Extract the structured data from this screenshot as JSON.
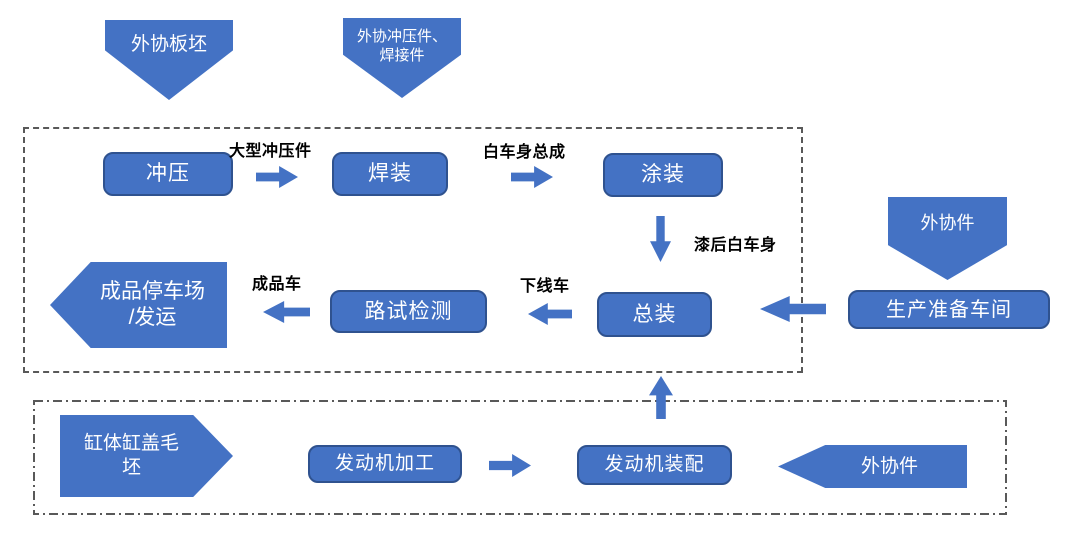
{
  "colors": {
    "node_fill": "#4472C4",
    "node_border": "#2F528F",
    "arrow_fill": "#4472C4",
    "boundary_stroke": "#595959",
    "node_text": "#FFFFFF",
    "label_text": "#000000"
  },
  "external_inputs": {
    "board_blank": {
      "label": "外协板坯"
    },
    "stamping_welding": {
      "line1": "外协冲压件、",
      "line2": "焊接件"
    },
    "outsourced_top": {
      "label": "外协件"
    },
    "outsourced_bottom": {
      "label": "外协件"
    }
  },
  "vehicle_flow": {
    "stamping": {
      "label": "冲压"
    },
    "welding": {
      "label": "焊装"
    },
    "painting": {
      "label": "涂装"
    },
    "assembly": {
      "label": "总装"
    },
    "road_test": {
      "label": "路试检测"
    },
    "production_prep": {
      "label": "生产准备车间"
    },
    "finished_parking": {
      "line1": "成品停车场",
      "line2": "/发运"
    }
  },
  "engine_flow": {
    "cylinder_blank": {
      "line1": "缸体缸盖毛",
      "line2": "坯"
    },
    "machining": {
      "label": "发动机加工"
    },
    "assembly": {
      "label": "发动机装配"
    }
  },
  "flow_labels": {
    "large_stampings": "大型冲压件",
    "body_in_white_assy": "白车身总成",
    "painted_body": "漆后白车身",
    "offline_vehicle": "下线车",
    "finished_vehicle": "成品车"
  }
}
